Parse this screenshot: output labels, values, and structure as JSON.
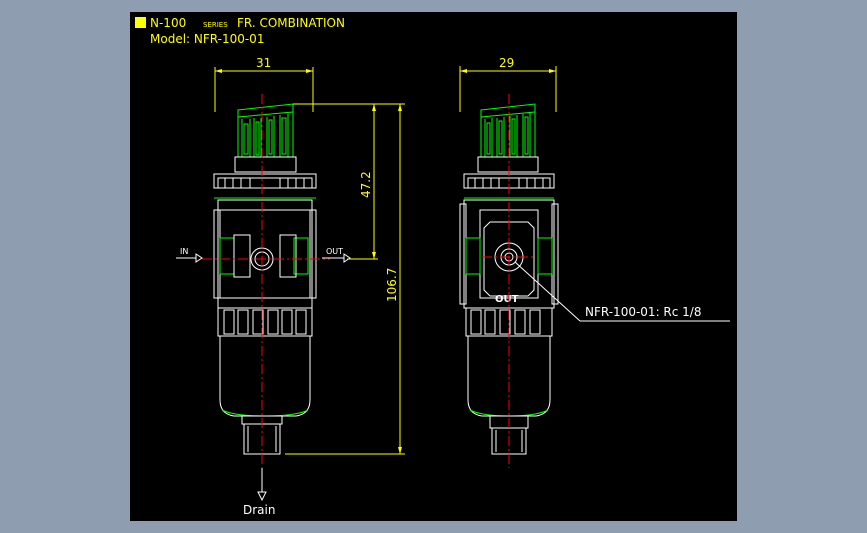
{
  "title": {
    "series_prefix": "N-100",
    "series_word": "SERIES",
    "series_name": "FR. COMBINATION",
    "model_line": "Model: NFR-100-01"
  },
  "front_view": {
    "width_dim": "31",
    "height_dim_upper": "47.2",
    "height_dim_total": "106.7",
    "port_in": "IN",
    "port_out": "OUT",
    "drain_label": "Drain"
  },
  "side_view": {
    "width_dim": "29",
    "port_label": "OUT",
    "callout": "NFR-100-01: Rc 1/8"
  },
  "colors": {
    "background": "#000000",
    "outline": "#ffffff",
    "knob_and_seals": "#00ff00",
    "centerlines": "#ff0000",
    "dimensions": "#ffff00"
  }
}
